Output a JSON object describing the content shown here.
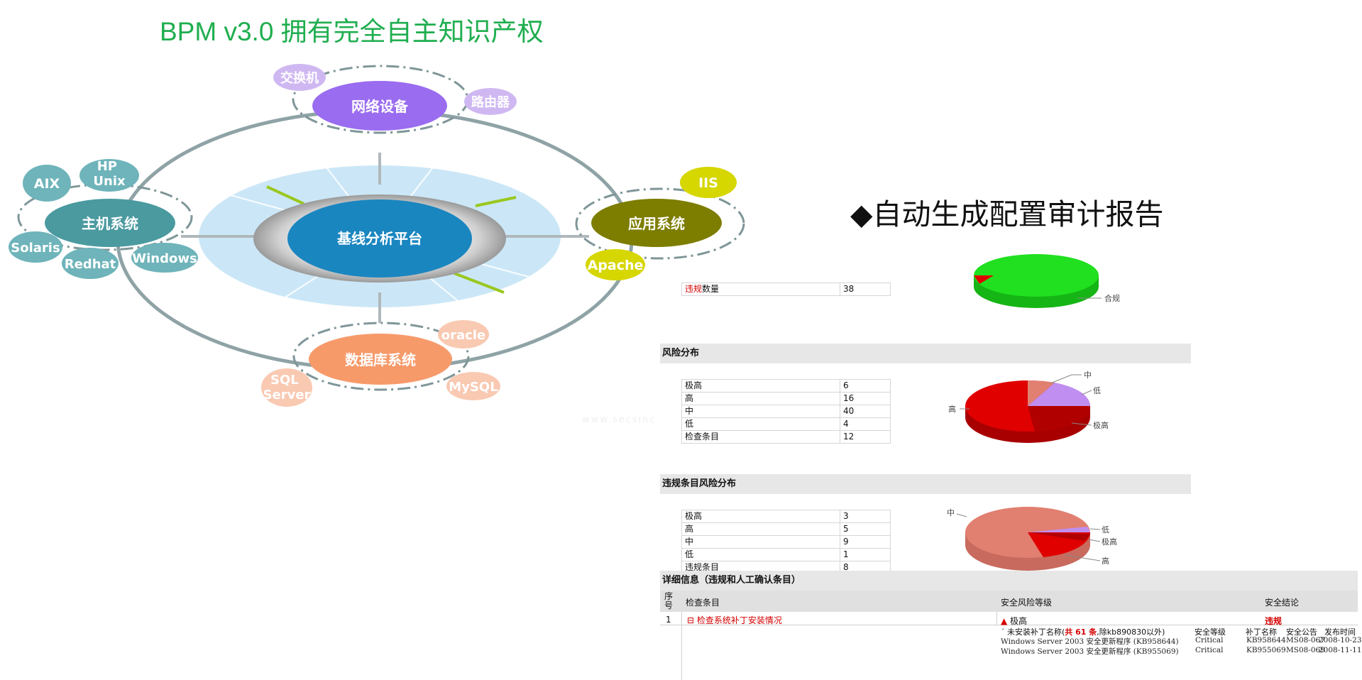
{
  "slide": {
    "title": "BPM v3.0 拥有完全自主知识产权",
    "headline": "◆自动生成配置审计报告"
  },
  "diagram": {
    "center": "基线分析平台",
    "network": {
      "label": "网络设备",
      "items": [
        "交换机",
        "路由器"
      ]
    },
    "host": {
      "label": "主机系统",
      "items": [
        "AIX",
        "HP\nUnix",
        "Solaris",
        "Redhat",
        "Windows"
      ]
    },
    "app": {
      "label": "应用系统",
      "items": [
        "IIS",
        "Apache"
      ]
    },
    "db": {
      "label": "数据库系统",
      "items": [
        "oracle",
        "SQL\nServer",
        "MySQL"
      ]
    },
    "colors": {
      "network": "#9a6cf0",
      "host": "#4a9aa0",
      "app": "#7d7d00",
      "db": "#f79a6a",
      "center": "#1a86c0"
    }
  },
  "report": {
    "violation_row": {
      "label_red": "违规",
      "label_rest": "数量",
      "value": "38"
    },
    "compliant_label": "合规",
    "risk_section": {
      "title": "风险分布",
      "rows": [
        {
          "label": "极高",
          "value": "6"
        },
        {
          "label": "高",
          "value": "16"
        },
        {
          "label": "中",
          "value": "40"
        },
        {
          "label": "低",
          "value": "4"
        },
        {
          "label": "检查条目",
          "value": "12"
        }
      ],
      "pie_labels": [
        "中",
        "低",
        "高",
        "极高"
      ]
    },
    "violation_section": {
      "title": "违规条目风险分布",
      "rows": [
        {
          "label": "极高",
          "value": "3"
        },
        {
          "label": "高",
          "value": "5"
        },
        {
          "label": "中",
          "value": "9"
        },
        {
          "label": "低",
          "value": "1"
        },
        {
          "label": "违规条目",
          "value": "8"
        }
      ],
      "pie_labels": [
        "中",
        "低",
        "极高",
        "高"
      ]
    },
    "watermark": "www.secsinc",
    "detail": {
      "title": "详细信息（违规和人工确认条目）",
      "columns": [
        "序号",
        "检查条目",
        "安全风险等级",
        "安全结论"
      ],
      "row": {
        "index": "1",
        "item": "检查系统补丁安装情况",
        "level": "极高",
        "verdict": "违规",
        "note_pre": "未安装补丁名称(",
        "note_count": "共 61 条",
        "note_post": ",除kb890830以外)",
        "sub_columns": [
          "安全等级",
          "补丁名称",
          "安全公告",
          "发布时间"
        ],
        "patches": [
          {
            "name": "Windows Server 2003 安全更新程序 (KB958644)",
            "level": "Critical",
            "kb": "KB958644",
            "bulletin": "MS08-067",
            "date": "2008-10-23"
          },
          {
            "name": "Windows Server 2003 安全更新程序 (KB955069)",
            "level": "Critical",
            "kb": "KB955069",
            "bulletin": "MS08-069",
            "date": "2008-11-11"
          }
        ]
      }
    }
  }
}
